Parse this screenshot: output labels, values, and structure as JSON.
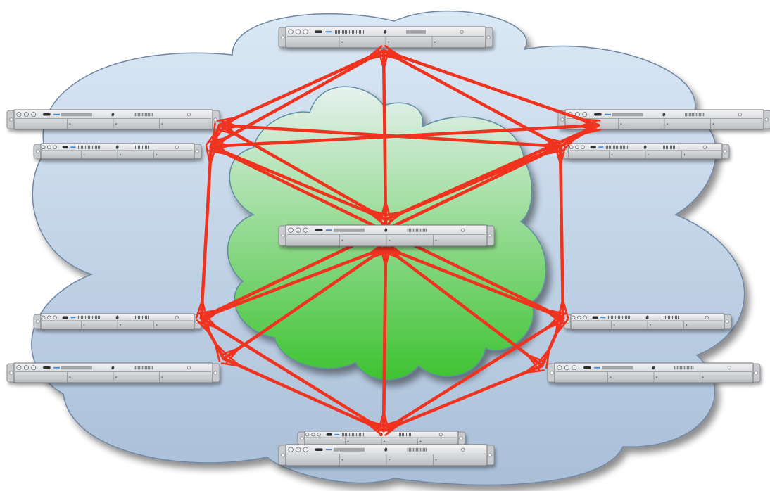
{
  "colors": {
    "outer_cloud_top": "#dbe8f5",
    "outer_cloud_bottom": "#a9bfd8",
    "outer_cloud_stroke": "#6f86a3",
    "inner_cloud_top": "#e6f1ee",
    "inner_cloud_bottom": "#3ec331",
    "inner_cloud_stroke": "#5f8da0",
    "link": "#f0331f",
    "server_face": "#d9dadc",
    "server_dark": "#8c8f94"
  },
  "icons": [
    "server-rack-unit",
    "network-cloud",
    "network-link"
  ],
  "servers": [
    {
      "id": "top"
    },
    {
      "id": "upper-left-a"
    },
    {
      "id": "upper-left-b"
    },
    {
      "id": "upper-right-a"
    },
    {
      "id": "upper-right-b"
    },
    {
      "id": "center"
    },
    {
      "id": "lower-left-a"
    },
    {
      "id": "lower-left-b"
    },
    {
      "id": "lower-right-a"
    },
    {
      "id": "lower-right-b"
    },
    {
      "id": "bottom-back"
    },
    {
      "id": "bottom-front"
    }
  ]
}
